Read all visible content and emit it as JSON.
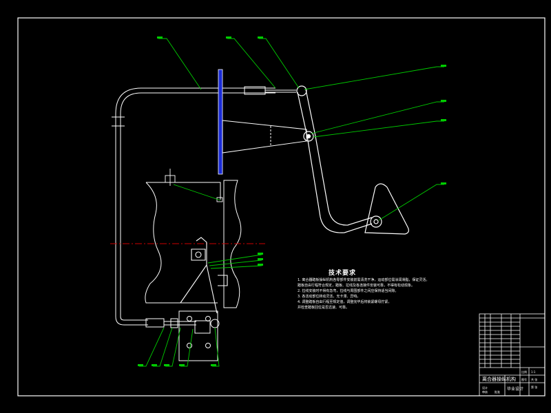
{
  "drawing": {
    "background": "#000000",
    "frame_color": "#ffffff",
    "part_color": "#ffffff",
    "leader_color": "#00cc00",
    "centerline_color": "#cc0000",
    "plate_color": "#1a2bd6"
  },
  "technical_requirements": {
    "title": "技术要求",
    "lines": [
      "1. 离合器踏板操纵机构各零部件安装前需清洗干净，运动部位需涂润滑脂，保证灵活。",
      "   踏板自由行程符合规定，踏板、拉线及各连接件安装可靠，不得有松动现象。",
      "2. 拉线安装时不得有急弯，拉线与周围部件之间应保持适当间隙。",
      "3. 各活动部位转动灵活，无卡滞、异响。",
      "4. 调整踏板自由行程至规定值，调整完毕后将锁紧螺母拧紧，",
      "   并检查踏板回位是否迅速、可靠。"
    ]
  },
  "title_block": {
    "name": "离合器操纵机构",
    "design": "毕业设计",
    "cells": [
      "比例",
      "1:1",
      "图号",
      "共 张",
      "第 张",
      "设计",
      "审核",
      "批准"
    ]
  }
}
